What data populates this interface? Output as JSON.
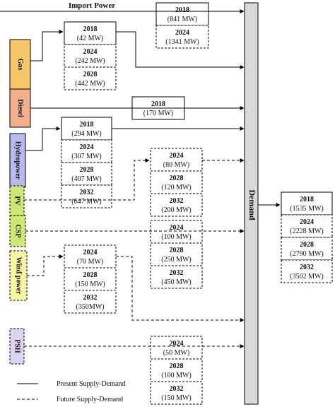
{
  "import_power_label": "Import Power",
  "demand_label": "Demand",
  "sources": [
    {
      "id": "gas",
      "label": "Gas",
      "color": "#f7c66a",
      "style": "solid"
    },
    {
      "id": "diesel",
      "label": "Diesel",
      "color": "#f4ae8c",
      "style": "solid"
    },
    {
      "id": "hydro",
      "label": "Hydropower",
      "color": "#b9b8ef",
      "style": "solid"
    },
    {
      "id": "pv",
      "label": "PV",
      "color": "#cfe675",
      "style": "dashed"
    },
    {
      "id": "csp",
      "label": "CSP",
      "color": "#cfe675",
      "style": "dashed"
    },
    {
      "id": "wind",
      "label": "Wind power",
      "color": "#f8f6a2",
      "style": "dashed"
    },
    {
      "id": "psh",
      "label": "PSH",
      "color": "#dcd3f1",
      "style": "dashed"
    }
  ],
  "capacity_groups": {
    "import": [
      {
        "year": "2018",
        "value": "(841 MW)",
        "style": "solid"
      },
      {
        "year": "2024",
        "value": "(1341 MW)",
        "style": "dashed"
      }
    ],
    "gas": [
      {
        "year": "2018",
        "value": "(42 MW)",
        "style": "solid"
      },
      {
        "year": "2024",
        "value": "(242 MW)",
        "style": "dashed"
      },
      {
        "year": "2028",
        "value": "(442 MW)",
        "style": "dashed"
      }
    ],
    "diesel": [
      {
        "year": "2018",
        "value": "(170 MW)",
        "style": "solid"
      }
    ],
    "hydro": [
      {
        "year": "2018",
        "value": "(294 MW)",
        "style": "solid"
      },
      {
        "year": "2024",
        "value": "(307 MW)",
        "style": "dashed"
      },
      {
        "year": "2028",
        "value": "(407 MW)",
        "style": "dashed"
      },
      {
        "year": "2032",
        "value": "(647 MW)",
        "style": "dashed"
      }
    ],
    "pv": [
      {
        "year": "2024",
        "value": "(80 MW)",
        "style": "dashed"
      },
      {
        "year": "2028",
        "value": "(120 MW)",
        "style": "dashed"
      },
      {
        "year": "2032",
        "value": "(200 MW)",
        "style": "dashed"
      }
    ],
    "csp": [
      {
        "year": "2024",
        "value": "(100 MW)",
        "style": "dashed"
      },
      {
        "year": "2028",
        "value": "(250 MW)",
        "style": "dashed"
      },
      {
        "year": "2032",
        "value": "(450 MW)",
        "style": "dashed"
      }
    ],
    "wind": [
      {
        "year": "2024",
        "value": "(70 MW)",
        "style": "dashed"
      },
      {
        "year": "2028",
        "value": "(150 MW)",
        "style": "dashed"
      },
      {
        "year": "2032",
        "value": "(350MW)",
        "style": "dashed"
      }
    ],
    "psh": [
      {
        "year": "2024",
        "value": "(50 MW)",
        "style": "dashed"
      },
      {
        "year": "2028",
        "value": "(100 MW)",
        "style": "dashed"
      },
      {
        "year": "2032",
        "value": "(150 MW)",
        "style": "dashed"
      }
    ],
    "demand": [
      {
        "year": "2018",
        "value": "(1535 MW)",
        "style": "solid"
      },
      {
        "year": "2024",
        "value": "(2228 MW)",
        "style": "dashed"
      },
      {
        "year": "2028",
        "value": "(2790 MW)",
        "style": "dashed"
      },
      {
        "year": "2032",
        "value": "(3502 MW)",
        "style": "dashed"
      }
    ]
  },
  "legend": {
    "present": "Present Supply-Demand",
    "future": "Future Supply-Demand"
  },
  "colors": {
    "line": "#000000",
    "demand_bar": "#d9d9d9"
  }
}
